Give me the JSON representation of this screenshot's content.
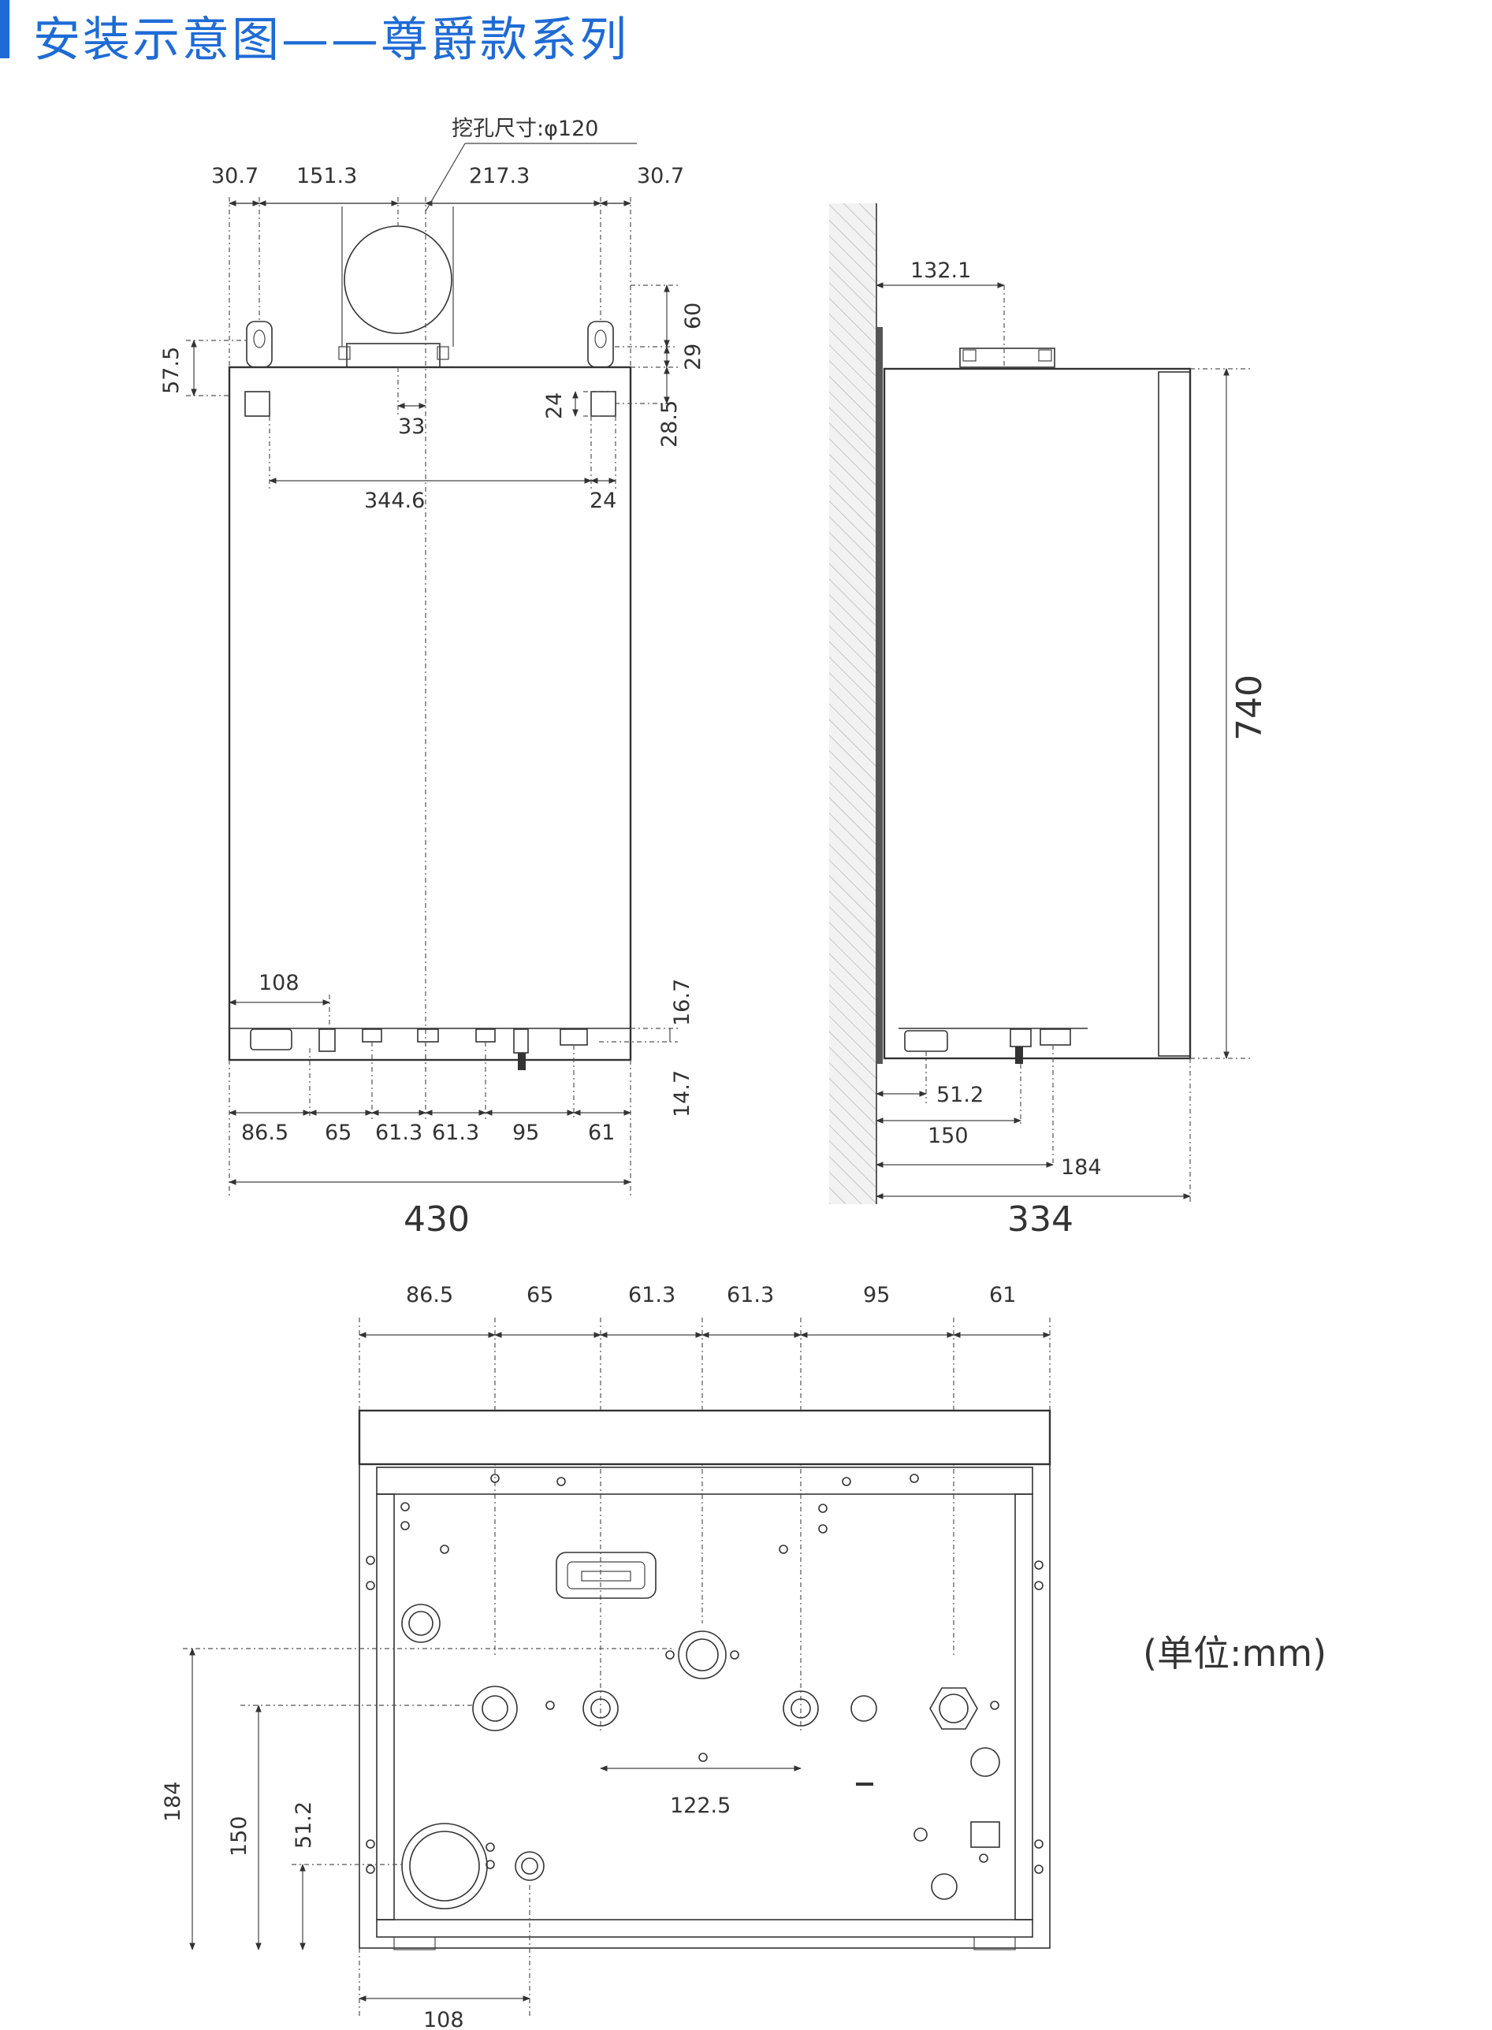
{
  "title": "安装示意图——尊爵款系列",
  "unit_note": "(单位:mm)",
  "colors": {
    "accent": "#1e6bd6",
    "line": "#333333",
    "wall": "#e3e3e3"
  },
  "front_view": {
    "hole_label": "挖孔尺寸:φ120",
    "top_dims": [
      "30.7",
      "151.3",
      "217.3",
      "30.7"
    ],
    "right_dims": [
      "60",
      "29",
      "28.5"
    ],
    "left_dim": "57.5",
    "inner_dims": [
      "24",
      "33",
      "344.6",
      "24"
    ],
    "pipe_offset": "108",
    "right_small_dims": [
      "16.7",
      "14.7"
    ],
    "bottom_dims": [
      "86.5",
      "65",
      "61.3",
      "61.3",
      "95",
      "61"
    ],
    "width": "430"
  },
  "side_view": {
    "top_offset": "132.1",
    "height": "740",
    "bottom_dims": [
      "51.2",
      "150",
      "184"
    ],
    "depth": "334"
  },
  "bottom_view": {
    "top_dims": [
      "86.5",
      "65",
      "61.3",
      "61.3",
      "95",
      "61"
    ],
    "center_dim": "122.5",
    "left_dims": [
      "184",
      "150",
      "51.2"
    ],
    "bottom_dim": "108"
  }
}
